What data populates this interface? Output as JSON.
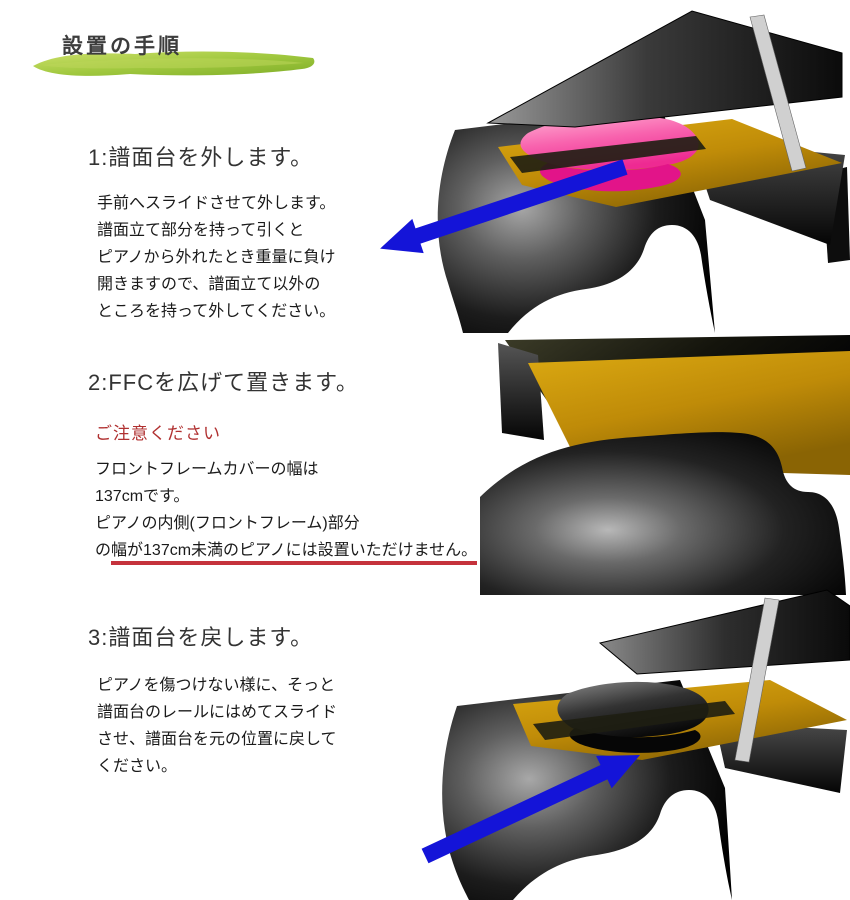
{
  "page": {
    "title": "設置の手順",
    "background": "#ffffff"
  },
  "colors": {
    "heading_text": "#333333",
    "body_text": "#1a1a1a",
    "caution_red": "#b03030",
    "underline_red": "#c5323c",
    "brush_green": "#9cc43c",
    "arrow_blue": "#1414d8",
    "piano_gold": "#c0900a",
    "cover_pink": "#f0459a"
  },
  "icons": {
    "arrow_step1": "blue-arrow-left",
    "arrow_step3": "blue-arrow-right",
    "title_decoration": "green-brush-stroke"
  },
  "steps": [
    {
      "heading": "1:譜面台を外します。",
      "body": "手前へスライドさせて外します。\n譜面立て部分を持って引くと\nピアノから外れたとき重量に負け\n開きますので、譜面立て以外の\nところを持って外してください。"
    },
    {
      "heading": "2:FFCを広げて置きます。",
      "caution_title": "ご注意ください",
      "body": "フロントフレームカバーの幅は\n137cmです。\nピアノの内側(フロントフレーム)部分",
      "underline_prefix": "の",
      "underline_text": "幅が137cm未満のピアノには設置いただけません。"
    },
    {
      "heading": "3:譜面台を戻します。",
      "body": "ピアノを傷つけない様に、そっと\n譜面台のレールにはめてスライド\nさせ、譜面台を元の位置に戻して\nください。"
    }
  ],
  "illustrations": {
    "step1": "grand-piano-lid-open-pink-cover-arrow-out",
    "step2": "grand-piano-front-frame-gold-surface",
    "step3": "grand-piano-lid-open-dark-cover-arrow-in"
  }
}
